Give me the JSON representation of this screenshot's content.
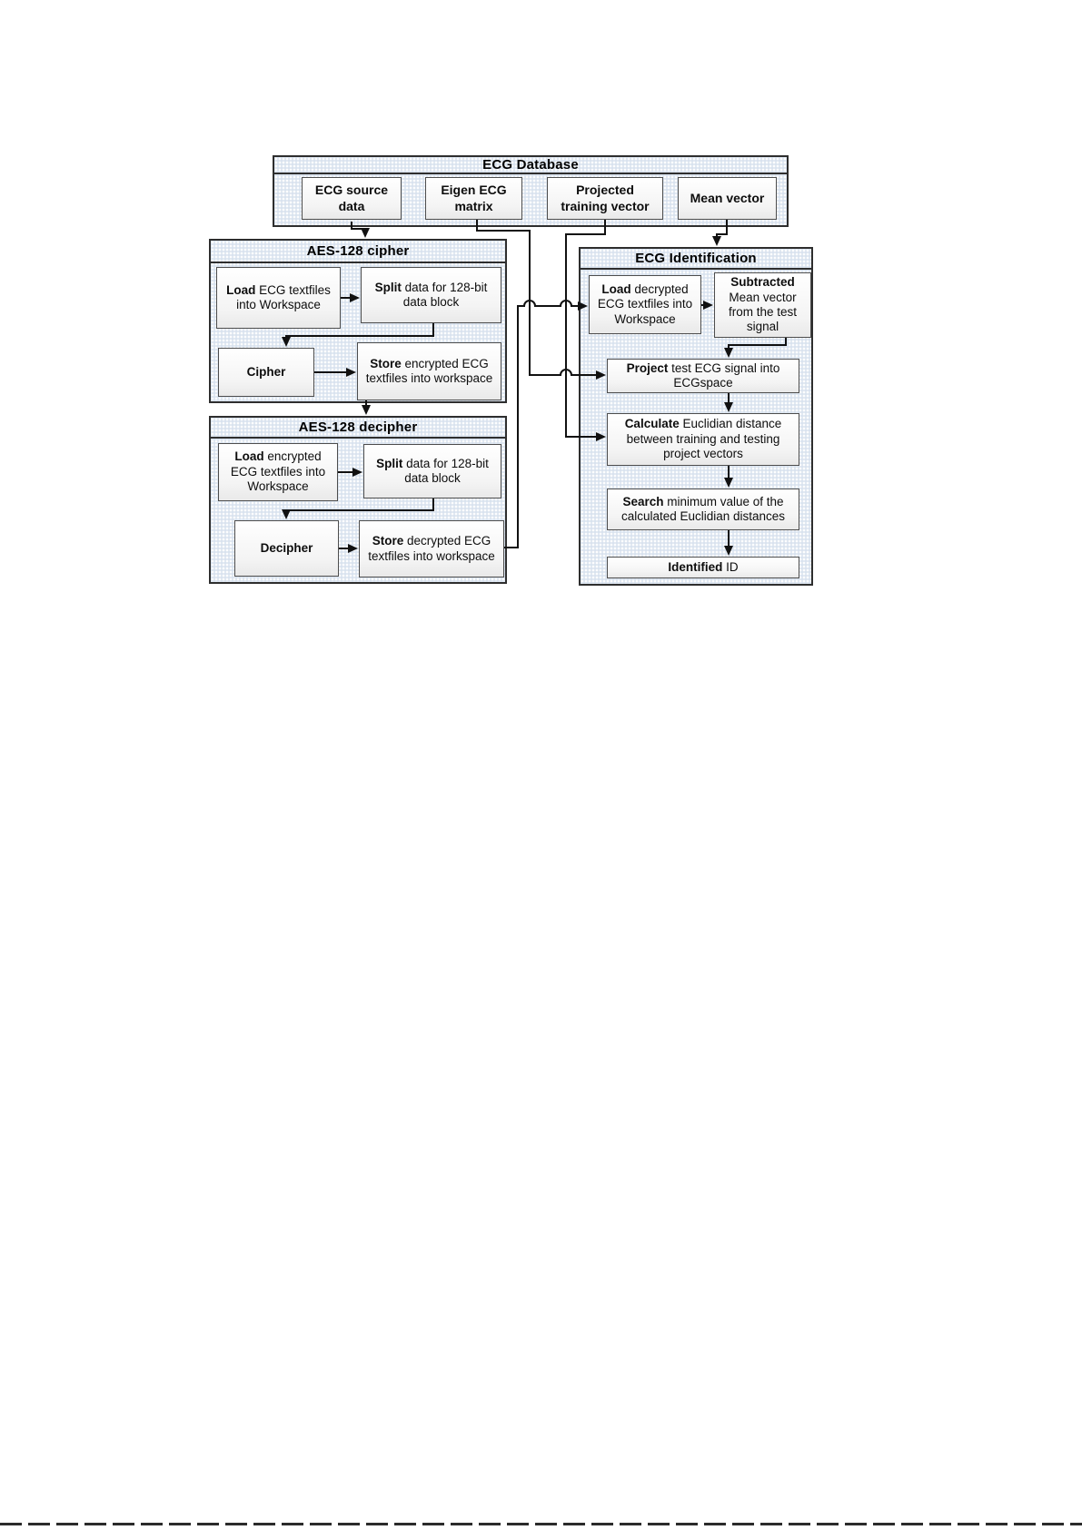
{
  "colors": {
    "page_background": "#ffffff",
    "panel_fill": "#d9e3ef",
    "panel_border": "#2e2e2e",
    "node_border": "#4d4d4d",
    "node_fill_top": "#ffffff",
    "node_fill_bottom": "#e9e9e9",
    "connector": "#111111",
    "text": "#0d0d0d"
  },
  "database": {
    "title": "ECG Database",
    "items": [
      "ECG source data",
      "Eigen ECG matrix",
      "Projected training vector",
      "Mean vector"
    ]
  },
  "cipher": {
    "title": "AES-128 cipher",
    "boxes": [
      {
        "bold": "Load",
        "rest": " ECG textfiles into Workspace"
      },
      {
        "bold": "Split",
        "rest": " data for 128-bit data block"
      },
      {
        "bold": "Cipher",
        "rest": ""
      },
      {
        "bold": "Store",
        "rest": " encrypted ECG textfiles into workspace"
      }
    ]
  },
  "decipher": {
    "title": "AES-128 decipher",
    "boxes": [
      {
        "bold": "Load",
        "rest": " encrypted ECG textfiles into Workspace"
      },
      {
        "bold": "Split",
        "rest": " data for 128-bit data block"
      },
      {
        "bold": "Decipher",
        "rest": ""
      },
      {
        "bold": "Store",
        "rest": " decrypted ECG textfiles into workspace"
      }
    ]
  },
  "identification": {
    "title": "ECG Identification",
    "boxes": [
      {
        "bold": "Load",
        "rest": " decrypted ECG textfiles into Workspace"
      },
      {
        "bold": "Subtracted",
        "rest": " Mean vector from the test signal"
      },
      {
        "bold": "Project",
        "rest": " test ECG signal into ECGspace"
      },
      {
        "bold": "Calculate",
        "rest": " Euclidian distance between training and testing project vectors"
      },
      {
        "bold": "Search",
        "rest": " minimum value of the calculated Euclidian distances"
      },
      {
        "bold": "Identified",
        "rest": " ID"
      }
    ]
  }
}
